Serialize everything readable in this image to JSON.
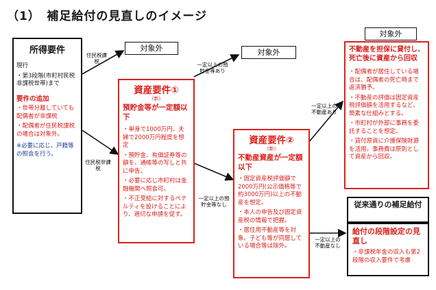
{
  "title": "（1）　補足給付の見直しのイメージ",
  "excluded_label": "対象外",
  "income": {
    "header": "所得要件",
    "current_label": "現行",
    "current_text": "・第3段階(市町村民税非課税世帯)まで",
    "add_title": "要件の追加",
    "add_item1": "・世帯分離していても配偶者が非課税",
    "add_item2": "・配偶者が住民税課税の場合は対象外。",
    "note": "※必要に応じ、戸籍等の照会を行う。"
  },
  "branch": {
    "taxed": "住民税課税",
    "nontaxed": "住民税非課税",
    "over_savings": "一定以上の預貯金等あり",
    "under_savings": "一定以上の預貯金等なし",
    "over_realestate": "一定以上の不動産あり",
    "under_realestate": "一定以上の不動産なし"
  },
  "asset1": {
    "title": "資産要件①",
    "new": "(新)",
    "sub": "預貯金等が一定額以下",
    "item1": "・単身で1000万円、夫婦で2000万円程度を想定",
    "item2": "・預貯金、有価証券等の額を、通帳等の写しと共に申告。",
    "item3": "・必要に応じ市町村は金融機関へ照会可。",
    "item4": "・不正受給に対するペナルティを設けることにより、適切な申請を促す。"
  },
  "asset2": {
    "title": "資産要件②",
    "new": "(新)",
    "sub": "不動産資産が一定額以下",
    "item1": "・固定資産税評価額で2000万円(公示価格等で約3000万円)以上の不動産を想定。",
    "item2": "・本人の申告及び固定資産税の情報で把握。",
    "item3": "・居住用不動産等を対象。子ども等が同居している場合等は除外。"
  },
  "loan": {
    "title": "不動産を担保に貸付し、死亡後に資産から回収",
    "item1": "・配偶者が居住している場合は、配偶者の死亡時まで返済猶予。",
    "item2": "・不動産の評価は固定資産税評価額を活用するなど、簡素な仕組みとする。",
    "item3": "・市町村が外部に事務を委託することを想定。",
    "item4": "・貸付原資に介護保険財源を活用。事務費は原則として資産から回収。"
  },
  "conventional": {
    "header": "従来通りの補足給付",
    "title": "給付の段階設定の見直し",
    "item1": "・非課税年金の収入も第2段階の収入要件で考慮"
  }
}
